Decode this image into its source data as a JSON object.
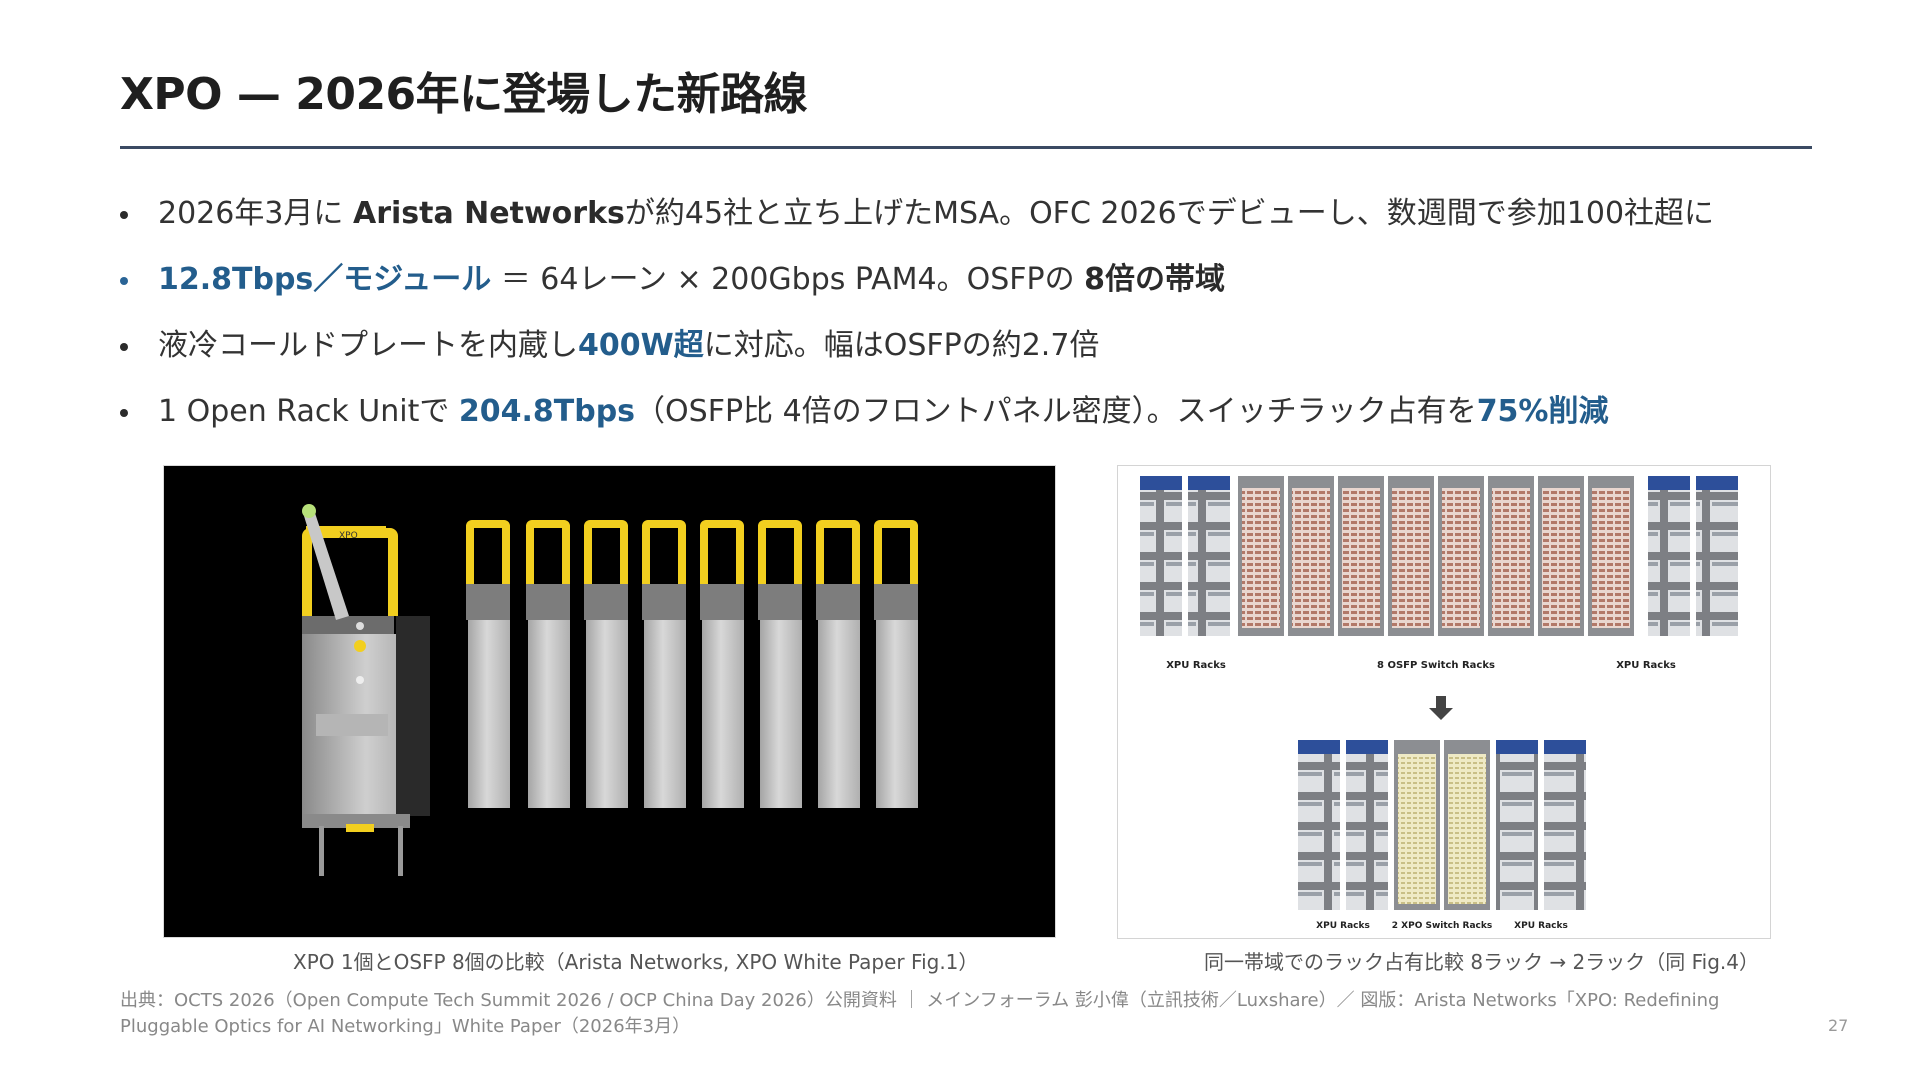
{
  "slide": {
    "title": "XPO — 2026年に登場した新路線",
    "page_number": "27"
  },
  "bullets": [
    {
      "t1": "2026年3月に ",
      "b1": "Arista Networks",
      "t2": "が約45社と立ち上げたMSA。OFC 2026でデビューし、数週間で参加100社超に"
    },
    {
      "h1": "12.8Tbps／モジュール",
      "t1": " ＝ 64レーン × 200Gbps PAM4。OSFPの ",
      "b1": "8倍の帯域"
    },
    {
      "t1": "液冷コールドプレートを内蔵し",
      "h1": "400W超",
      "t2": "に対応。幅はOSFPの約2.7倍"
    },
    {
      "t1": "1 Open Rack Unitで ",
      "h1": "204.8Tbps",
      "t2": "（OSFP比 4倍のフロントパネル密度）。スイッチラック占有を",
      "h2": "75%削減"
    }
  ],
  "figures": {
    "left_caption": "XPO 1個とOSFP 8個の比較（Arista Networks, XPO White Paper Fig.1）",
    "right_caption": "同一帯域でのラック占有比較 8ラック → 2ラック（同 Fig.4）",
    "right_labels": {
      "top_left": "XPU Racks",
      "top_center": "8 OSFP Switch Racks",
      "top_right": "XPU Racks",
      "bottom_left": "XPU Racks",
      "bottom_center": "2 XPO Switch Racks",
      "bottom_right": "XPU Racks"
    },
    "module_label": "XPO"
  },
  "footer": {
    "source": "出典：OCTS 2026（Open Compute Tech Summit 2026 / OCP China Day 2026）公開資料 ｜ メインフォーラム 彭小偉（立訊技術／Luxshare）／ 図版：Arista Networks「XPO: Redefining Pluggable Optics for AI Networking」White Paper（2026年3月）"
  },
  "colors": {
    "accent_blue": "#235d8c",
    "rule": "#3b4a63",
    "module_yellow": "#f2cf1f"
  }
}
